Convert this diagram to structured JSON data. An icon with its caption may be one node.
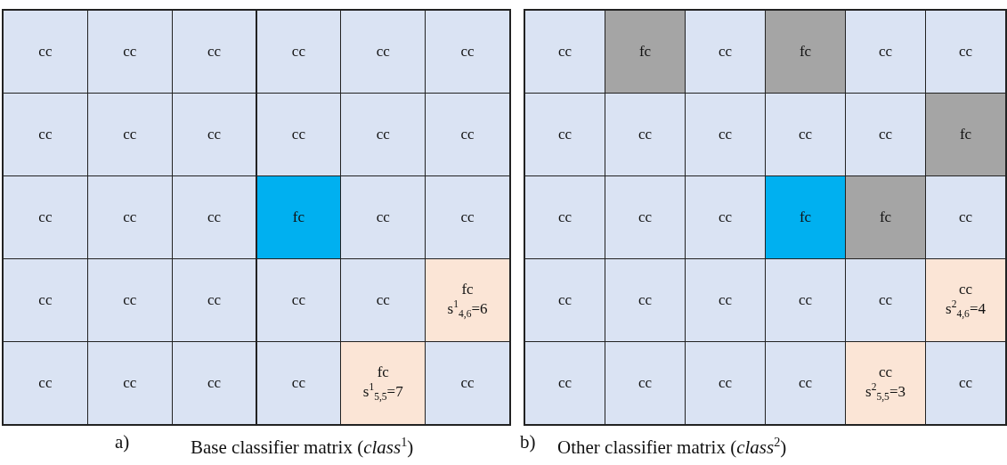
{
  "diagram": {
    "nodes": [
      {
        "text": [
          "a)",
          "Base classifier matrix (*class*$^{1}$)"
        ]
      },
      {
        "text": [
          "cc"
        ],
        "in": 0
      },
      {
        "text": [
          "cc"
        ],
        "in": 0
      },
      {
        "text": [
          "cc"
        ],
        "in": 0
      },
      {
        "text": [
          "cc"
        ],
        "in": 0
      },
      {
        "text": [
          "cc"
        ],
        "in": 0
      },
      {
        "text": [
          "cc"
        ],
        "in": 0
      },
      {
        "text": [
          "cc"
        ],
        "in": 0
      },
      {
        "text": [
          "cc"
        ],
        "in": 0
      },
      {
        "text": [
          "cc"
        ],
        "in": 0
      },
      {
        "text": [
          "cc"
        ],
        "in": 0
      },
      {
        "text": [
          "cc"
        ],
        "in": 0
      },
      {
        "text": [
          "cc"
        ],
        "in": 0
      },
      {
        "text": [
          "cc"
        ],
        "in": 0
      },
      {
        "text": [
          "cc"
        ],
        "in": 0
      },
      {
        "text": [
          "cc"
        ],
        "in": 0
      },
      {
        "text": [
          "fc"
        ],
        "in": 0
      },
      {
        "text": [
          "cc"
        ],
        "in": 0
      },
      {
        "text": [
          "cc"
        ],
        "in": 0
      },
      {
        "text": [
          "cc"
        ],
        "in": 0
      },
      {
        "text": [
          "cc"
        ],
        "in": 0
      },
      {
        "text": [
          "cc"
        ],
        "in": 0
      },
      {
        "text": [
          "cc"
        ],
        "in": 0
      },
      {
        "text": [
          "cc"
        ],
        "in": 0
      },
      {
        "text": [
          "fc",
          "s$^{1}$$_{4,6}$=6"
        ],
        "in": 0
      },
      {
        "text": [
          "cc"
        ],
        "in": 0
      },
      {
        "text": [
          "cc"
        ],
        "in": 0
      },
      {
        "text": [
          "cc"
        ],
        "in": 0
      },
      {
        "text": [
          "cc"
        ],
        "in": 0
      },
      {
        "text": [
          "fc",
          "s$^{1}$$_{5,5}$=7"
        ],
        "in": 0
      },
      {
        "text": [
          "cc"
        ],
        "in": 0
      },
      {
        "text": [
          "b)",
          "Other classifier matrix (*class*$^{2}$)"
        ]
      },
      {
        "text": [
          "cc"
        ],
        "in": 31
      },
      {
        "text": [
          "fc"
        ],
        "in": 31
      },
      {
        "text": [
          "cc"
        ],
        "in": 31
      },
      {
        "text": [
          "fc"
        ],
        "in": 31
      },
      {
        "text": [
          "cc"
        ],
        "in": 31
      },
      {
        "text": [
          "cc"
        ],
        "in": 31
      },
      {
        "text": [
          "cc"
        ],
        "in": 31
      },
      {
        "text": [
          "cc"
        ],
        "in": 31
      },
      {
        "text": [
          "cc"
        ],
        "in": 31
      },
      {
        "text": [
          "cc"
        ],
        "in": 31
      },
      {
        "text": [
          "cc"
        ],
        "in": 31
      },
      {
        "text": [
          "fc"
        ],
        "in": 31
      },
      {
        "text": [
          "cc"
        ],
        "in": 31
      },
      {
        "text": [
          "cc"
        ],
        "in": 31
      },
      {
        "text": [
          "cc"
        ],
        "in": 31
      },
      {
        "text": [
          "fc"
        ],
        "in": 31
      },
      {
        "text": [
          "fc"
        ],
        "in": 31
      },
      {
        "text": [
          "cc"
        ],
        "in": 31
      },
      {
        "text": [
          "cc"
        ],
        "in": 31
      },
      {
        "text": [
          "cc"
        ],
        "in": 31
      },
      {
        "text": [
          "cc"
        ],
        "in": 31
      },
      {
        "text": [
          "cc"
        ],
        "in": 31
      },
      {
        "text": [
          "cc"
        ],
        "in": 31
      },
      {
        "text": [
          "cc",
          "s$^{2}$$_{4,6}$=4"
        ],
        "in": 31
      },
      {
        "text": [
          "cc"
        ],
        "in": 31
      },
      {
        "text": [
          "cc"
        ],
        "in": 31
      },
      {
        "text": [
          "cc"
        ],
        "in": 31
      },
      {
        "text": [
          "cc"
        ],
        "in": 31
      },
      {
        "text": [
          "cc",
          "s$^{2}$$_{5,5}$=3"
        ],
        "in": 31
      },
      {
        "text": [
          "cc"
        ],
        "in": 31
      }
    ]
  }
}
